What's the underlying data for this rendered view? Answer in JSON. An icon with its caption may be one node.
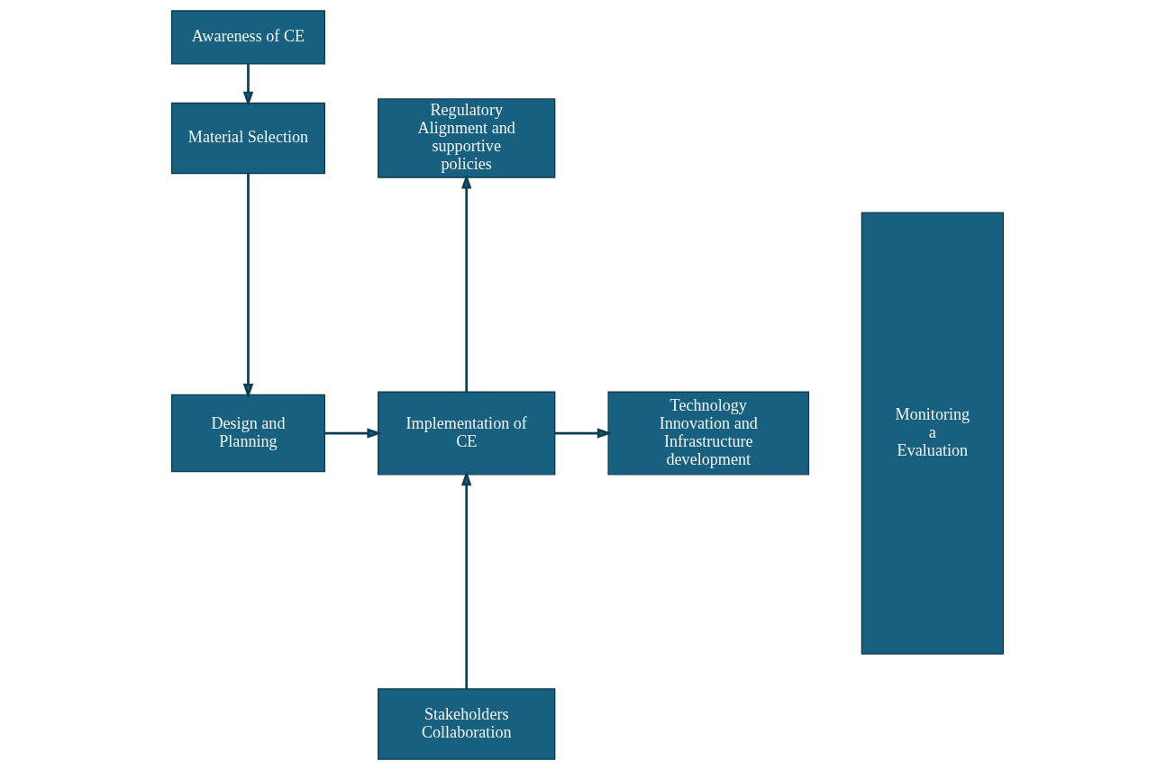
{
  "diagram": {
    "nodes": [
      {
        "text": [
          "Awareness of CE"
        ]
      },
      {
        "text": [
          "Material Selection"
        ]
      },
      {
        "text": [
          "Design and Planning"
        ]
      },
      {
        "text": [
          "Implementation of CE"
        ]
      },
      {
        "text": [
          "Regulatory Alignment and supportive policies"
        ]
      },
      {
        "text": [
          "Technology Innovation and Infrastructure development"
        ]
      },
      {
        "text": [
          "Stakeholders Collaboration"
        ]
      },
      {
        "text": [
          "Monitoring a Evaluation"
        ]
      }
    ],
    "edges": [
      {
        "from": 0,
        "to": 1,
        "arrow": "to"
      },
      {
        "from": 1,
        "to": 2,
        "arrow": "to"
      },
      {
        "from": 2,
        "to": 3,
        "arrow": "to"
      },
      {
        "from": 3,
        "to": 4,
        "arrow": "to"
      },
      {
        "from": 3,
        "to": 5,
        "arrow": "to"
      },
      {
        "from": 6,
        "to": 3,
        "arrow": "to"
      }
    ]
  }
}
